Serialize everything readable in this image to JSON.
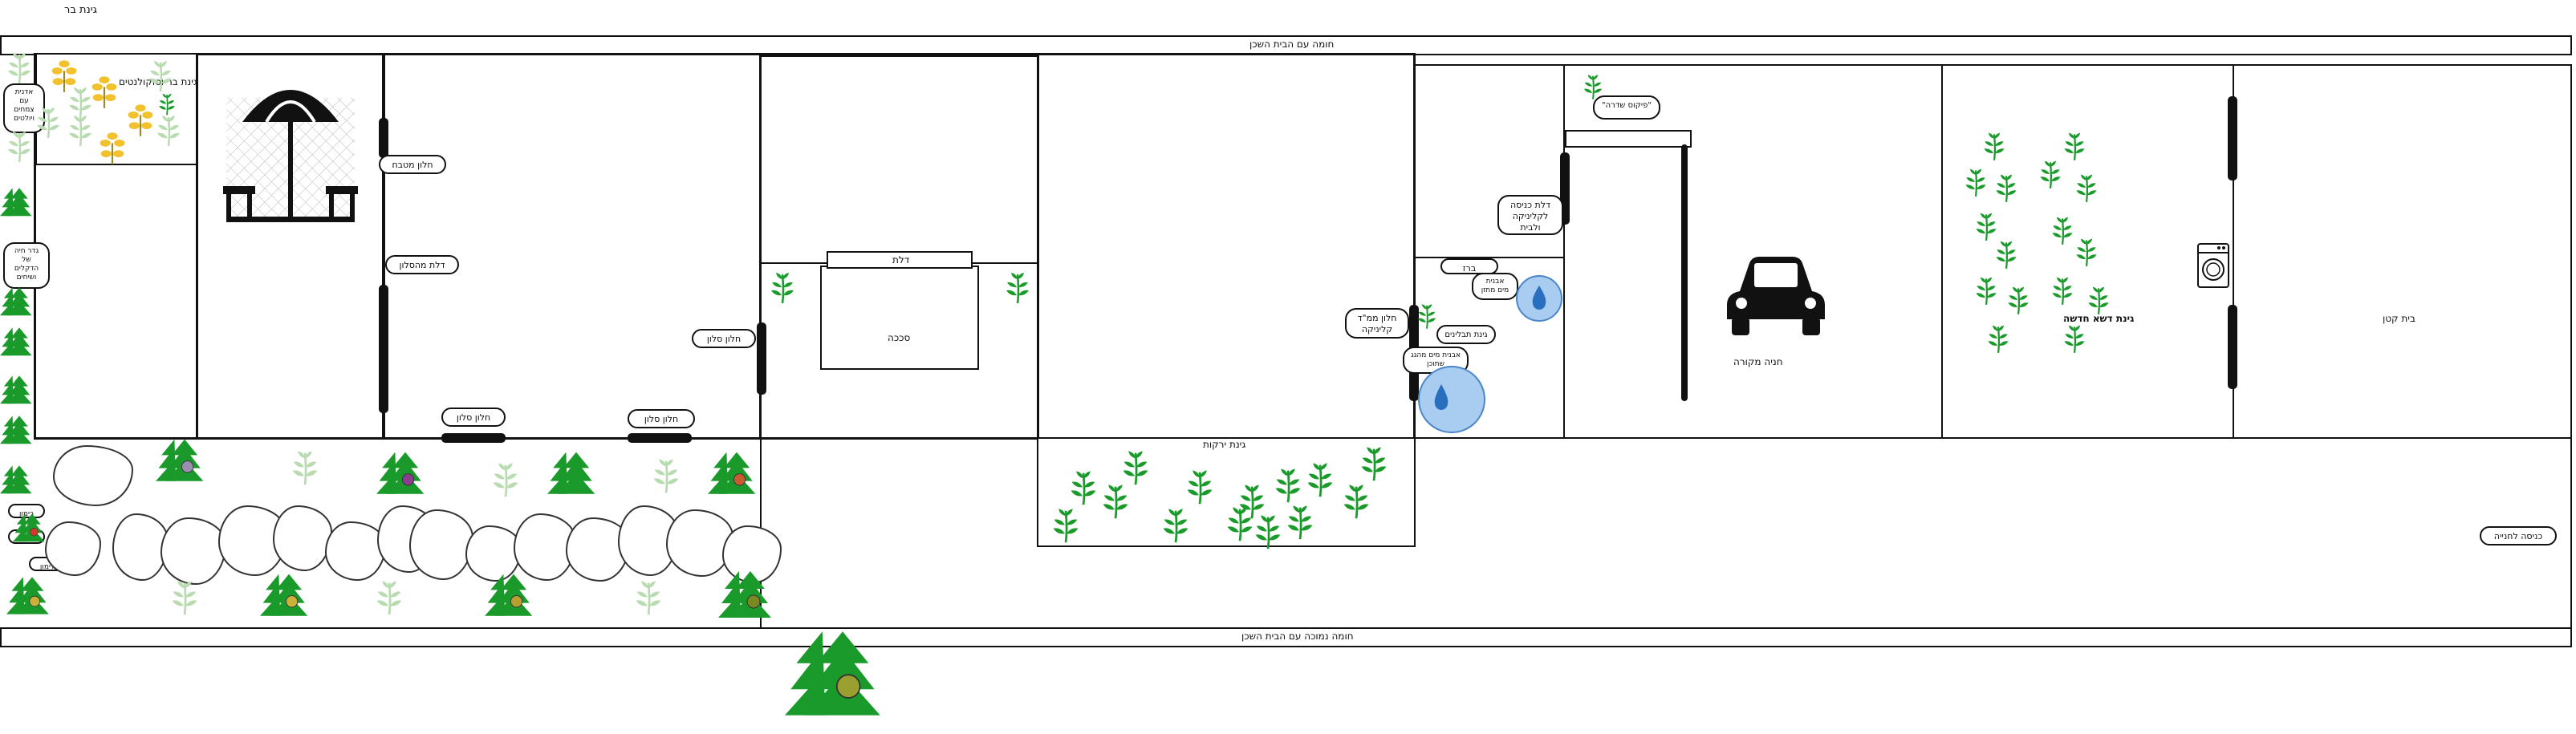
{
  "page_title": "גינת בר",
  "walls": {
    "top": "חומה עם הבית השכן",
    "bottom": "חומה נמוכה עם הבית השכן"
  },
  "areas": {
    "wild_garden": "גינת בר וסוקולנטים",
    "pergola": "סככה",
    "pergola_door": "דלת",
    "vegetable_garden": "גינת ירקות",
    "parking": "חניה מקורה",
    "new_lawn": "גינת דשא חדשה",
    "small_house": "בית קטן"
  },
  "callouts": {
    "planter": "אדנית עם צמחים ויולטים",
    "fence": "גדר חיה של הדקלים ושיחים",
    "dining_window": "חלון מטבח",
    "balcony_door": "דלת מהסלון",
    "living_window_1": "חלון סלון",
    "living_window_2": "חלון סלון",
    "living_window_3": "חלון סלון",
    "clinic_window": "חלון ממ\"ד קליניקה",
    "sink": "ברז",
    "water_small": "אבנית מים מתזן",
    "herb": "גינת תבלינים",
    "water_large": "אבנית מים מהגג שתוכן",
    "clinic_door": "דלת כניסה לקליניקה ולבית",
    "ficus": "\"פיקוס שדרה\"",
    "entrance": "כניסה לחנייה",
    "tree_pomegranate": "רימון",
    "tree_olive": "זית",
    "tree_lemon": "לימון"
  },
  "icons": [
    "leaf-icon",
    "flower-icon",
    "tree-icon",
    "umbrella-table-icon",
    "car-icon",
    "washing-machine-icon",
    "water-drop-icon"
  ],
  "colors": {
    "tree_green": "#1a9a2a",
    "leaf_light": "#b8dcb0",
    "flower_yellow": "#f2c12e",
    "water_blue": "#a9cdf0"
  }
}
